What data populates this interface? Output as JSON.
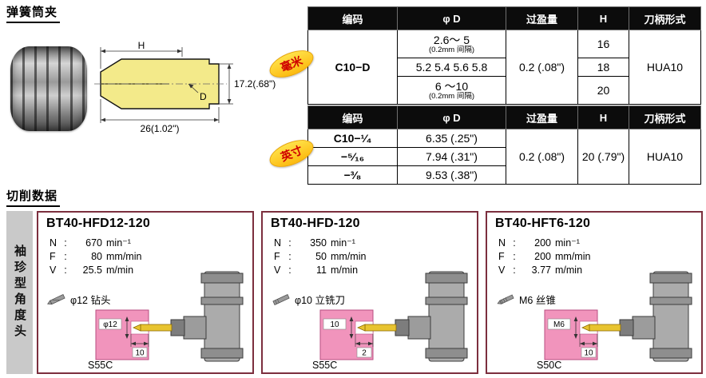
{
  "page": {
    "title_collet": "弹簧筒夹",
    "title_cutting": "切削数据"
  },
  "drawing": {
    "dim_H": "H",
    "dim_D": "D",
    "dim_height": "17.2(.68\")",
    "dim_length": "26(1.02\")"
  },
  "table_mm": {
    "badge": "毫米",
    "headers": [
      "编码",
      "φ D",
      "过盈量",
      "H",
      "刀柄形式"
    ],
    "code": "C10−D",
    "rows": [
      {
        "d_main": "2.6～ 5",
        "d_sub": "(0.2mm 间隔)",
        "h": "16"
      },
      {
        "d_main": "5.2 5.4 5.6 5.8",
        "d_sub": "",
        "h": "18"
      },
      {
        "d_main": "6 ～10",
        "d_sub": "(0.2mm 间隔)",
        "h": "20"
      }
    ],
    "interference": "0.2 (.08\")",
    "shank": "HUA10"
  },
  "table_inch": {
    "badge": "英寸",
    "headers": [
      "编码",
      "φ D",
      "过盈量",
      "H",
      "刀柄形式"
    ],
    "rows": [
      {
        "code": "C10−¹⁄₄",
        "d": "6.35 (.25\")"
      },
      {
        "code": "−⁵⁄₁₆",
        "d": "7.94 (.31\")"
      },
      {
        "code": "−³⁄₈",
        "d": "9.53 (.38\")"
      }
    ],
    "interference": "0.2 (.08\")",
    "h": "20 (.79\")",
    "shank": "HUA10"
  },
  "cutting": {
    "side_label": "袖珍型角度头",
    "sep": ":",
    "panels": [
      {
        "title": "BT40-HFD12-120",
        "n_label": "N",
        "n_value": "670",
        "n_unit": "min⁻¹",
        "f_label": "F",
        "f_value": "80",
        "f_unit": "mm/min",
        "v_label": "V",
        "v_value": "25.5",
        "v_unit": "m/min",
        "tool": "φ12 钻头",
        "dim_a": "φ12",
        "dim_b": "10",
        "material": "S55C"
      },
      {
        "title": "BT40-HFD-120",
        "n_label": "N",
        "n_value": "350",
        "n_unit": "min⁻¹",
        "f_label": "F",
        "f_value": "50",
        "f_unit": "mm/min",
        "v_label": "V",
        "v_value": "11",
        "v_unit": "m/min",
        "tool": "φ10 立铣刀",
        "dim_a": "10",
        "dim_b": "2",
        "material": "S55C"
      },
      {
        "title": "BT40-HFT6-120",
        "n_label": "N",
        "n_value": "200",
        "n_unit": "min⁻¹",
        "f_label": "F",
        "f_value": "200",
        "f_unit": "mm/min",
        "v_label": "V",
        "v_value": "3.77",
        "v_unit": "m/min",
        "tool": "M6 丝锥",
        "dim_a": "M6",
        "dim_b": "10",
        "material": "S50C"
      }
    ]
  }
}
